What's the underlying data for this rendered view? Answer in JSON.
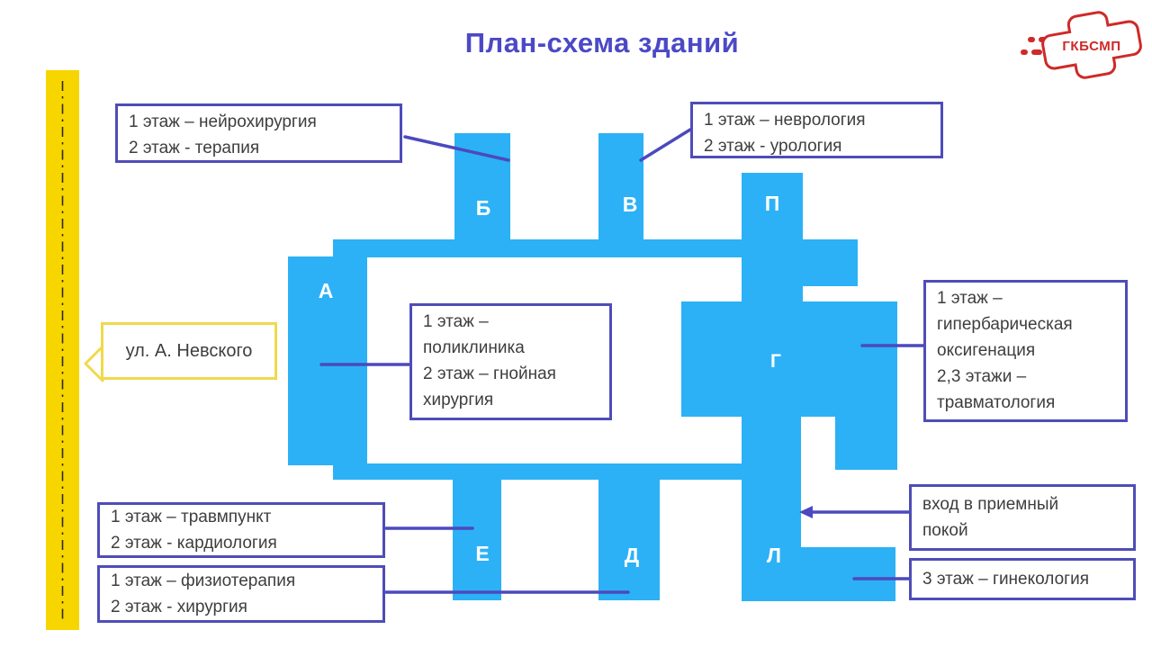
{
  "slide": {
    "title": "План-схема зданий"
  },
  "logo": {
    "name": "ГКБСМП"
  },
  "street_callout": {
    "label": "ул. А. Невского"
  },
  "buildings": [
    {
      "letter": "Б"
    },
    {
      "letter": "В"
    },
    {
      "letter": "П"
    },
    {
      "letter": "А"
    },
    {
      "letter": "Г"
    },
    {
      "letter": "Е"
    },
    {
      "letter": "Д"
    },
    {
      "letter": "Л"
    }
  ],
  "callouts": {
    "neurosurgery": {
      "lines": [
        "1 этаж – нейрохирургия",
        "2 этаж - терапия"
      ]
    },
    "neurology": {
      "lines": [
        "1 этаж – неврология",
        "2 этаж - урология"
      ]
    },
    "polyclinic": {
      "lines": [
        "1 этаж –",
        "поликлиника",
        "2 этаж – гнойная",
        "хирургия"
      ]
    },
    "hyperbaric": {
      "lines": [
        "1 этаж –",
        "гипербарическая",
        "оксигенация",
        "2,3 этажи –",
        "травматология"
      ]
    },
    "reception_entrance": {
      "lines": [
        "вход в приемный",
        "покой"
      ]
    },
    "gynecology": {
      "lines": [
        "3 этаж – гинекология"
      ]
    },
    "trauma_center": {
      "lines": [
        "1 этаж – травмпункт",
        "2 этаж - кардиология"
      ]
    },
    "physiotherapy": {
      "lines": [
        "1 этаж – физиотерапия",
        "2 этаж - хирургия"
      ]
    }
  },
  "colors": {
    "building_blue": "#2CB1F6",
    "connector_purple": "#4B49BE",
    "callout_border_purple": "#4E4DB8",
    "road_yellow": "#F7D600",
    "street_border_yellow": "#F0D94C",
    "logo_red": "#CE2A28",
    "title_purple": "#4B49C6"
  }
}
